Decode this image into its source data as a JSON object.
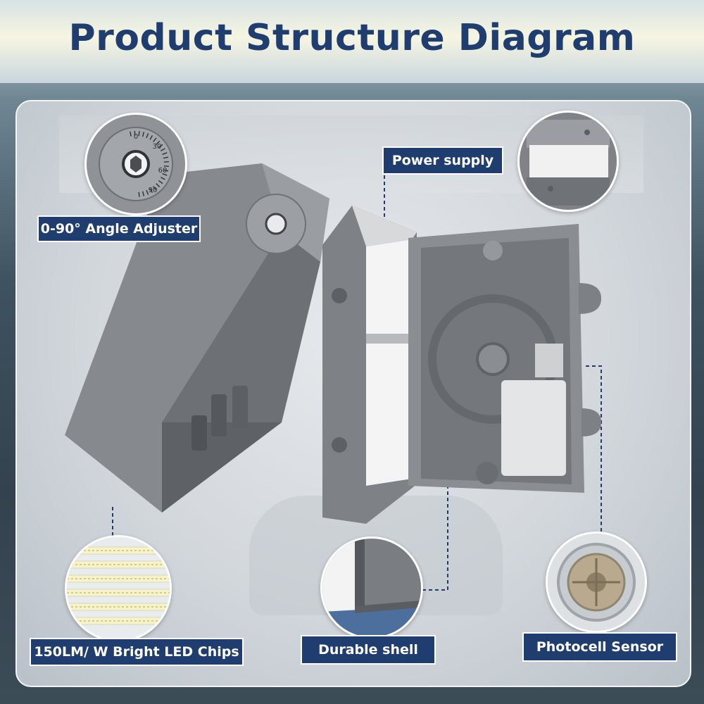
{
  "title": "Product Structure Diagram",
  "callouts": {
    "angle_adjuster": "0-90° Angle Adjuster",
    "power_supply": "Power supply",
    "led_chips": "150LM/ W Bright LED Chips",
    "durable_shell": "Durable shell",
    "photocell_sensor": "Photocell Sensor"
  },
  "dial_marks": [
    "0",
    "30",
    "60",
    "90"
  ],
  "colors": {
    "title_blue": "#1f3d6e",
    "callout_bg": "#1f3d6e",
    "housing_gray": "#7b7e82",
    "connector_dash": "#1f3d6e"
  }
}
